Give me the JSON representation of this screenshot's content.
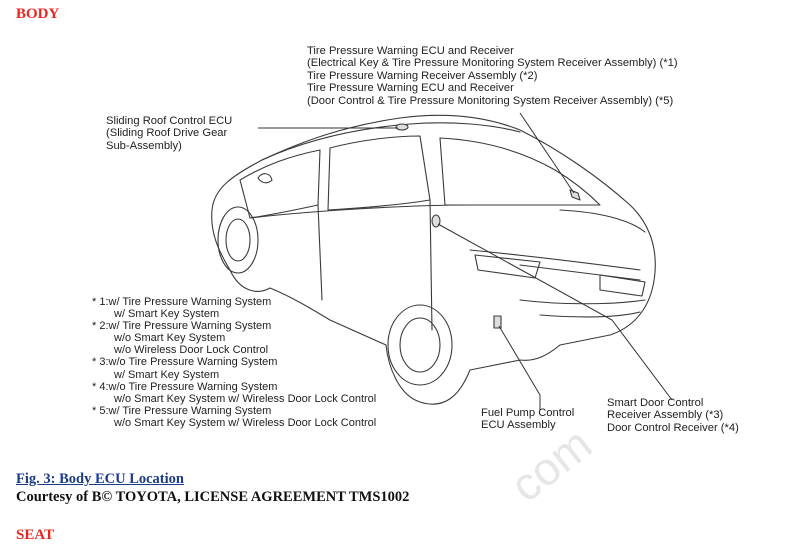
{
  "section_heading": "BODY",
  "next_section_heading": "SEAT",
  "labels": {
    "tpw_ecu": [
      "Tire Pressure Warning ECU and Receiver",
      "(Electrical Key & Tire Pressure Monitoring System Receiver Assembly) (*1)",
      "Tire Pressure Warning Receiver Assembly (*2)",
      "Tire Pressure Warning ECU and Receiver",
      "(Door Control & Tire Pressure Monitoring System Receiver Assembly) (*5)"
    ],
    "sliding_roof": [
      "Sliding Roof Control ECU",
      "(Sliding Roof Drive Gear",
      "Sub-Assembly)"
    ],
    "fuel_pump": [
      "Fuel Pump Control",
      "ECU Assembly"
    ],
    "smart_door": [
      "Smart Door Control",
      "Receiver Assembly (*3)",
      "Door Control Receiver (*4)"
    ]
  },
  "notes": [
    "* 1:w/ Tire Pressure Warning System",
    "w/ Smart Key System",
    "* 2:w/ Tire Pressure Warning System",
    "w/o Smart Key System",
    "w/o Wireless Door Lock Control",
    "* 3:w/o Tire Pressure Warning System",
    "w/ Smart Key System",
    "* 4:w/o Tire Pressure Warning System",
    "w/o Smart Key System w/ Wireless Door Lock Control",
    "* 5:w/ Tire Pressure Warning System",
    "w/o Smart Key System w/ Wireless Door Lock Control"
  ],
  "caption": "Fig. 3: Body ECU Location",
  "courtesy": "Courtesy of B© TOYOTA, LICENSE AGREEMENT TMS1002",
  "watermark": "com",
  "colors": {
    "heading": "#e8261f",
    "link": "#1a3a8c",
    "line": "#333333"
  }
}
